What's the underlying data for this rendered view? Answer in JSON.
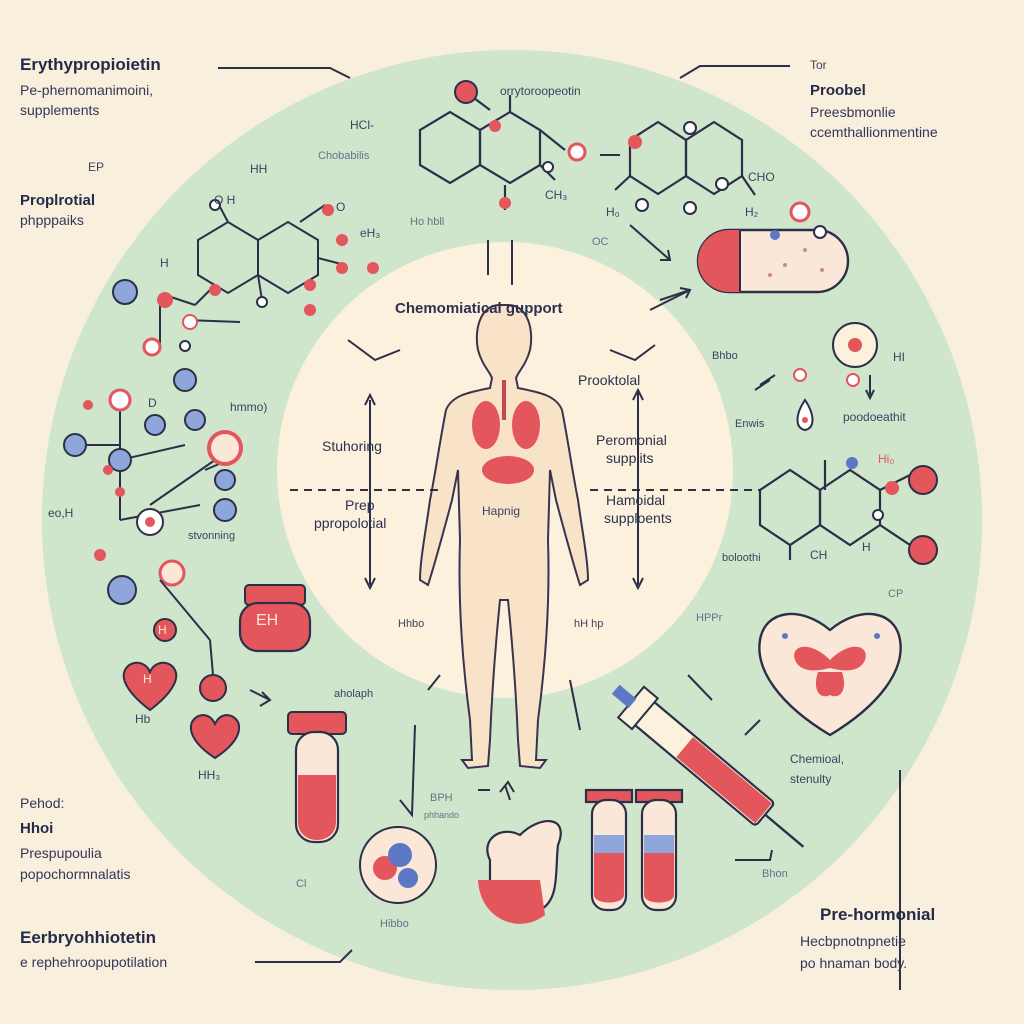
{
  "corner_labels": {
    "top_left_title": "Erythypropioietin",
    "top_left_sub1": "Pe-phernomanimoini,",
    "top_left_sub2": "supplements",
    "left_ep": "EP",
    "left_title": "Proplrotial",
    "left_sub": "phpppaiks",
    "top_right_tor": "Tor",
    "top_right_title": "Proobel",
    "top_right_sub1": "Preesbmonlie",
    "top_right_sub2": "ccemthallionmentine",
    "bottom_left_head": "Pehod:",
    "bottom_left_title": "Hhoi",
    "bottom_left_sub1": "Prespupoulia",
    "bottom_left_sub2": "popochormnalatis",
    "bottom_left_main": "Eerbryohhiotetin",
    "bottom_left_main_sub": "e rephehroopupotilation",
    "bottom_right_title": "Pre-hormonial",
    "bottom_right_sub1": "Hecbpnotnpnetie",
    "bottom_right_sub2": "po hnaman body."
  },
  "center": {
    "banner": "Chemomiatical gupport",
    "left_top": "Stuhoring",
    "left_mid1": "Prep",
    "left_mid2": "ppropolotial",
    "body": "Hapnig",
    "right_top": "Prooktolal",
    "right_mid1": "Peromonial",
    "right_mid2": "supplits",
    "right_low1": "Hamoidal",
    "right_low2": "supploents"
  },
  "molecule_labels": {
    "erythropoietin_small": "orrytoroopeotin",
    "hcl": "HCl-",
    "chobablis": "Chobabilis",
    "oh": "O H",
    "hh": "HH",
    "ch3_a": "CH₃",
    "eh3": "eH₃",
    "hbhbll": "Ho hbll",
    "h1": "H",
    "cho": "CHO",
    "ho_left": "H₀",
    "h2_right": "H₂",
    "hmmo": "hmmo)",
    "d": "D",
    "eoh": "eo,H",
    "stvonning": "stvonning",
    "bhbo": "Bhbo",
    "hi": "HI",
    "enwis": "Enwis",
    "poodoethit": "poodoeathit",
    "hio": "Hi₀",
    "bolooth": "boloothi",
    "ch_right": "CH",
    "h_right": "H",
    "eh_jar": "EH",
    "h_heart1": "H",
    "h_heart2": "H",
    "hb": "Hb",
    "hh3": "HH₃",
    "hhbo": "Hhbo",
    "hhhp": "hH hp",
    "aholaph": "aholaph",
    "hppr": "HPPr",
    "bph": "BPH",
    "pnhando": "phhando",
    "chemical": "Chemioal,",
    "stability": "stenulty",
    "hibbo": "Hibbo",
    "bhon": "Bhon",
    "ch_bottom": "Cl",
    "cp": "CP",
    "oc": "OC"
  },
  "colors": {
    "background": "#f8efdc",
    "outer_ring": "#cfe5cc",
    "inner_circle": "#fbf1dc",
    "accent_red": "#e2565c",
    "accent_blue": "#5c78c4",
    "line": "#2c2f48"
  }
}
